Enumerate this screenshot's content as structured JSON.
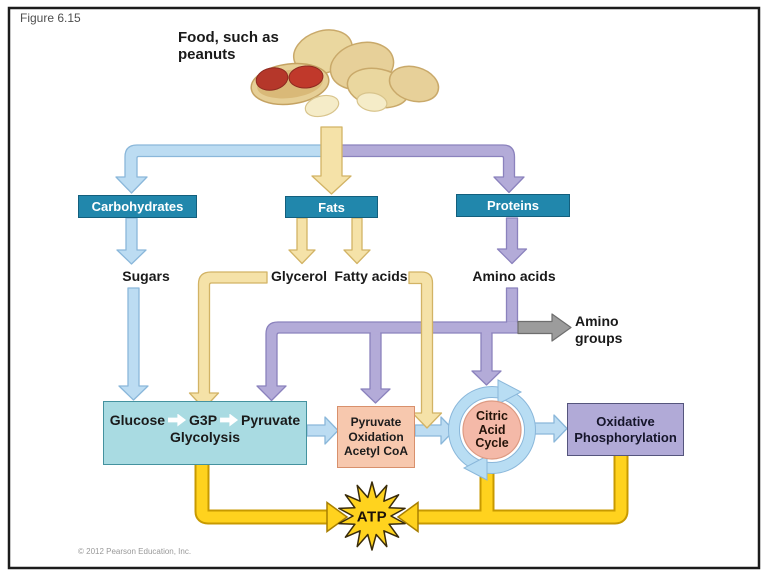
{
  "figure": {
    "label": "Figure 6.15"
  },
  "food": {
    "line1": "Food, such as",
    "line2": "peanuts"
  },
  "categories": {
    "carbohydrates": "Carbohydrates",
    "fats": "Fats",
    "proteins": "Proteins"
  },
  "intermediates": {
    "sugars": "Sugars",
    "glycerol": "Glycerol",
    "fatty_acids": "Fatty acids",
    "amino_acids": "Amino acids",
    "amino_groups_line1": "Amino",
    "amino_groups_line2": "groups"
  },
  "glycolysis": {
    "glucose": "Glucose",
    "g3p": "G3P",
    "pyruvate": "Pyruvate",
    "label": "Glycolysis"
  },
  "pyruvate_oxidation": {
    "line1": "Pyruvate",
    "line2": "Oxidation",
    "line3": "Acetyl CoA"
  },
  "citric_acid_cycle": {
    "line1": "Citric",
    "line2": "Acid",
    "line3": "Cycle"
  },
  "oxidative_phosphorylation": {
    "line1": "Oxidative",
    "line2": "Phosphorylation"
  },
  "atp": {
    "label": "ATP"
  },
  "footer": {
    "copyright": "© 2012 Pearson Education, Inc."
  },
  "icons": {
    "food_image": "peanuts-illustration"
  },
  "colors": {
    "category_box": "#2187ac",
    "carb_path_blue": "#bcdcf2",
    "fat_path_yellow": "#f5e2a8",
    "protein_path_purple": "#b3abd8",
    "atp_gold": "#ffd21e",
    "glycolysis_fill": "#a9dbe2",
    "pyruvate_oxidation_fill": "#f7c8ae",
    "citric_circle_fill": "#f4b9a8",
    "oxidative_phosphorylation_fill": "#b1aad7",
    "amino_groups_gray": "#9c9c9c",
    "atp_star_yellow": "#ffd31e"
  }
}
